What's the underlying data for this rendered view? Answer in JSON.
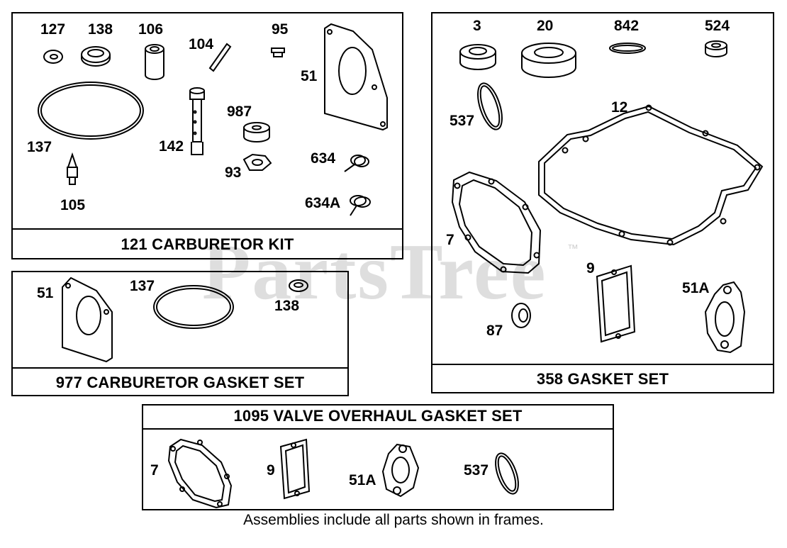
{
  "watermark": {
    "text": "PartsTree",
    "trademark": "™"
  },
  "carburetor_kit": {
    "title": "121 CARBURETOR KIT",
    "labels": [
      "127",
      "138",
      "106",
      "104",
      "95",
      "51",
      "137",
      "142",
      "987",
      "634",
      "93",
      "105",
      "634A"
    ]
  },
  "carburetor_gasket_set": {
    "title": "977 CARBURETOR GASKET SET",
    "labels": [
      "51",
      "137",
      "138"
    ]
  },
  "gasket_set": {
    "title": "358 GASKET SET",
    "labels": [
      "3",
      "20",
      "842",
      "524",
      "537",
      "12",
      "7",
      "9",
      "51A",
      "87"
    ]
  },
  "valve_overhaul_gasket_set": {
    "title": "1095 VALVE OVERHAUL GASKET SET",
    "labels": [
      "7",
      "9",
      "51A",
      "537"
    ]
  },
  "footnote": "Assemblies include all parts shown in frames."
}
